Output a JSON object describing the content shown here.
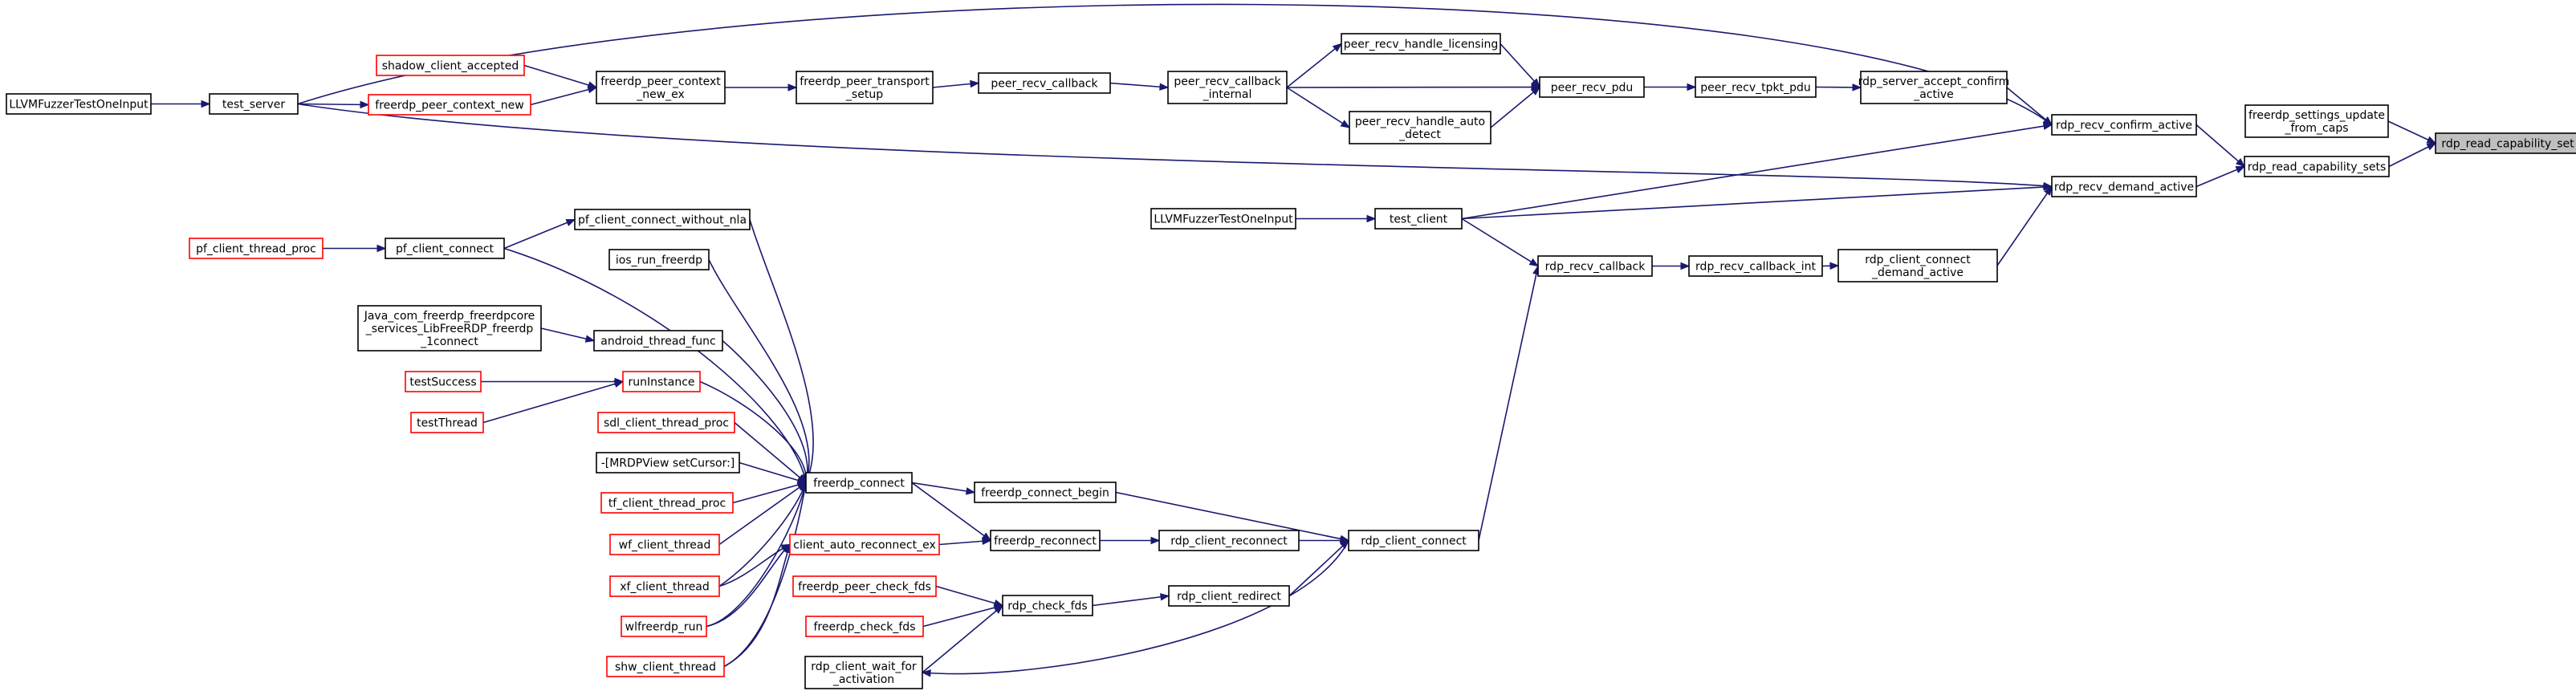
{
  "colors": {
    "edge": "#191970",
    "border": "#000000",
    "truncated_border": "#ff0000",
    "highlight_fill": "#bfbfbf"
  },
  "nodes": [
    {
      "id": "rdp_read_capability_set",
      "lines": [
        "rdp_read_capability_set"
      ],
      "style": "highlight"
    },
    {
      "id": "freerdp_settings_update_from_caps",
      "lines": [
        "freerdp_settings_update",
        "_from_caps"
      ],
      "style": "normal"
    },
    {
      "id": "rdp_read_capability_sets",
      "lines": [
        "rdp_read_capability_sets"
      ],
      "style": "normal"
    },
    {
      "id": "rdp_recv_confirm_active",
      "lines": [
        "rdp_recv_confirm_active"
      ],
      "style": "normal"
    },
    {
      "id": "rdp_recv_demand_active",
      "lines": [
        "rdp_recv_demand_active"
      ],
      "style": "normal"
    },
    {
      "id": "rdp_server_accept_confirm_active",
      "lines": [
        "rdp_server_accept_confirm",
        "_active"
      ],
      "style": "normal"
    },
    {
      "id": "test_server",
      "lines": [
        "test_server"
      ],
      "style": "normal"
    },
    {
      "id": "peer_recv_tpkt_pdu",
      "lines": [
        "peer_recv_tpkt_pdu"
      ],
      "style": "normal"
    },
    {
      "id": "llvm_fuzzer_1",
      "lines": [
        "LLVMFuzzerTestOneInput"
      ],
      "style": "normal"
    },
    {
      "id": "peer_recv_pdu",
      "lines": [
        "peer_recv_pdu"
      ],
      "style": "normal"
    },
    {
      "id": "peer_recv_callback_internal",
      "lines": [
        "peer_recv_callback",
        "_internal"
      ],
      "style": "normal"
    },
    {
      "id": "peer_recv_handle_licensing",
      "lines": [
        "peer_recv_handle_licensing"
      ],
      "style": "normal"
    },
    {
      "id": "peer_recv_handle_auto_detect",
      "lines": [
        "peer_recv_handle_auto",
        "_detect"
      ],
      "style": "normal"
    },
    {
      "id": "peer_recv_callback",
      "lines": [
        "peer_recv_callback"
      ],
      "style": "normal"
    },
    {
      "id": "freerdp_peer_transport_setup",
      "lines": [
        "freerdp_peer_transport",
        "_setup"
      ],
      "style": "normal"
    },
    {
      "id": "freerdp_peer_context_new_ex",
      "lines": [
        "freerdp_peer_context",
        "_new_ex"
      ],
      "style": "normal"
    },
    {
      "id": "shadow_client_accepted",
      "lines": [
        "shadow_client_accepted"
      ],
      "style": "red"
    },
    {
      "id": "freerdp_peer_context_new",
      "lines": [
        "freerdp_peer_context_new"
      ],
      "style": "red"
    },
    {
      "id": "test_client",
      "lines": [
        "test_client"
      ],
      "style": "normal"
    },
    {
      "id": "llvm_fuzzer_2",
      "lines": [
        "LLVMFuzzerTestOneInput"
      ],
      "style": "normal"
    },
    {
      "id": "rdp_client_connect_demand_active",
      "lines": [
        "rdp_client_connect",
        "_demand_active"
      ],
      "style": "normal"
    },
    {
      "id": "rdp_recv_callback_int",
      "lines": [
        "rdp_recv_callback_int"
      ],
      "style": "normal"
    },
    {
      "id": "rdp_recv_callback",
      "lines": [
        "rdp_recv_callback"
      ],
      "style": "normal"
    },
    {
      "id": "rdp_client_connect",
      "lines": [
        "rdp_client_connect"
      ],
      "style": "normal"
    },
    {
      "id": "freerdp_connect_begin",
      "lines": [
        "freerdp_connect_begin"
      ],
      "style": "normal"
    },
    {
      "id": "rdp_client_reconnect",
      "lines": [
        "rdp_client_reconnect"
      ],
      "style": "normal"
    },
    {
      "id": "rdp_client_redirect",
      "lines": [
        "rdp_client_redirect"
      ],
      "style": "normal"
    },
    {
      "id": "rdp_client_wait_for_activation",
      "lines": [
        "rdp_client_wait_for",
        "_activation"
      ],
      "style": "normal"
    },
    {
      "id": "freerdp_connect",
      "lines": [
        "freerdp_connect"
      ],
      "style": "normal"
    },
    {
      "id": "freerdp_reconnect",
      "lines": [
        "freerdp_reconnect"
      ],
      "style": "normal"
    },
    {
      "id": "rdp_check_fds",
      "lines": [
        "rdp_check_fds"
      ],
      "style": "normal"
    },
    {
      "id": "client_auto_reconnect_ex",
      "lines": [
        "client_auto_reconnect_ex"
      ],
      "style": "red"
    },
    {
      "id": "freerdp_peer_check_fds",
      "lines": [
        "freerdp_peer_check_fds"
      ],
      "style": "red"
    },
    {
      "id": "freerdp_check_fds",
      "lines": [
        "freerdp_check_fds"
      ],
      "style": "red"
    },
    {
      "id": "pf_client_connect_without_nla",
      "lines": [
        "pf_client_connect_without_nla"
      ],
      "style": "normal"
    },
    {
      "id": "pf_client_connect",
      "lines": [
        "pf_client_connect"
      ],
      "style": "normal"
    },
    {
      "id": "pf_client_thread_proc",
      "lines": [
        "pf_client_thread_proc"
      ],
      "style": "red"
    },
    {
      "id": "ios_run_freerdp",
      "lines": [
        "ios_run_freerdp"
      ],
      "style": "normal"
    },
    {
      "id": "android_thread_func",
      "lines": [
        "android_thread_func"
      ],
      "style": "normal"
    },
    {
      "id": "java_com_freerdp",
      "lines": [
        "Java_com_freerdp_freerdpcore",
        "_services_LibFreeRDP_freerdp",
        "_1connect"
      ],
      "style": "normal"
    },
    {
      "id": "runInstance",
      "lines": [
        "runInstance"
      ],
      "style": "red"
    },
    {
      "id": "testSuccess",
      "lines": [
        "testSuccess"
      ],
      "style": "red"
    },
    {
      "id": "testThread",
      "lines": [
        "testThread"
      ],
      "style": "red"
    },
    {
      "id": "sdl_client_thread_proc",
      "lines": [
        "sdl_client_thread_proc"
      ],
      "style": "red"
    },
    {
      "id": "mrdpview_setcursor",
      "lines": [
        "-[MRDPView setCursor:]"
      ],
      "style": "normal"
    },
    {
      "id": "tf_client_thread_proc",
      "lines": [
        "tf_client_thread_proc"
      ],
      "style": "red"
    },
    {
      "id": "wf_client_thread",
      "lines": [
        "wf_client_thread"
      ],
      "style": "red"
    },
    {
      "id": "xf_client_thread",
      "lines": [
        "xf_client_thread"
      ],
      "style": "red"
    },
    {
      "id": "wlfreerdp_run",
      "lines": [
        "wlfreerdp_run"
      ],
      "style": "red"
    },
    {
      "id": "shw_client_thread",
      "lines": [
        "shw_client_thread"
      ],
      "style": "red"
    }
  ]
}
